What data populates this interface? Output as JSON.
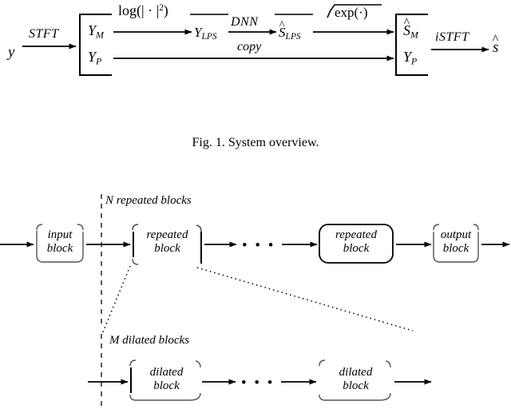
{
  "figure1": {
    "caption": "Fig. 1. System overview.",
    "input_signal": "y",
    "output_signal": "ŝ",
    "transforms": {
      "stft": "STFT",
      "istft": "iSTFT",
      "log": "log(| · |",
      "log_exponent": "2",
      "log_close": ")",
      "dnn": "DNN",
      "copy": "copy",
      "sqrt_exp": "exp(·)"
    },
    "left_box": {
      "magnitude": "Y",
      "magnitude_sub": "M",
      "phase": "Y",
      "phase_sub": "P"
    },
    "mid_signals": {
      "y_lps": "Y",
      "y_lps_sub": "LPS",
      "s_lps": "S",
      "s_lps_sub": "LPS"
    },
    "right_box": {
      "magnitude": "S",
      "magnitude_sub": "M",
      "phase": "Y",
      "phase_sub": "P"
    }
  },
  "figure2": {
    "group_notes": {
      "repeated": "N repeated blocks",
      "dilated": "M dilated blocks"
    },
    "blocks": [
      {
        "line1": "input",
        "line2": "block"
      },
      {
        "line1": "repeated",
        "line2": "block"
      },
      {
        "line1": "repeated",
        "line2": "block"
      },
      {
        "line1": "output",
        "line2": "block"
      },
      {
        "line1": "dilated",
        "line2": "block"
      },
      {
        "line1": "dilated",
        "line2": "block"
      }
    ],
    "ellipsis": "• • •"
  },
  "colors": {
    "stroke": "#000000",
    "background": "#ffffff",
    "dashed": "#333333"
  }
}
